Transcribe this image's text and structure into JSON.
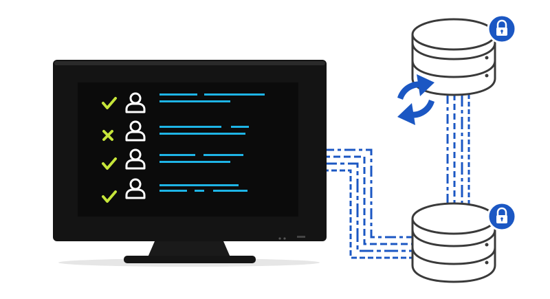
{
  "palette": {
    "accent_blue": "#1B57C3",
    "line_cyan": "#1EB4E6",
    "check_green": "#C6E53A",
    "bezel": "#141414",
    "screen": "#0B0B0B",
    "db_stroke": "#3A3A3A"
  },
  "monitor": {
    "user_rows": [
      {
        "status": "check",
        "status_icon": "check-icon",
        "avatar_icon": "user-icon"
      },
      {
        "status": "cross",
        "status_icon": "cross-icon",
        "avatar_icon": "user-icon"
      },
      {
        "status": "check",
        "status_icon": "check-icon",
        "avatar_icon": "user-icon"
      },
      {
        "status": "check",
        "status_icon": "check-icon",
        "avatar_icon": "user-icon"
      }
    ]
  },
  "databases": [
    {
      "name": "top",
      "icon": "database-icon",
      "badge_icon": "lock-icon"
    },
    {
      "name": "bottom",
      "icon": "database-icon",
      "badge_icon": "lock-icon"
    }
  ],
  "sync_icon": "sync-arrows-icon"
}
